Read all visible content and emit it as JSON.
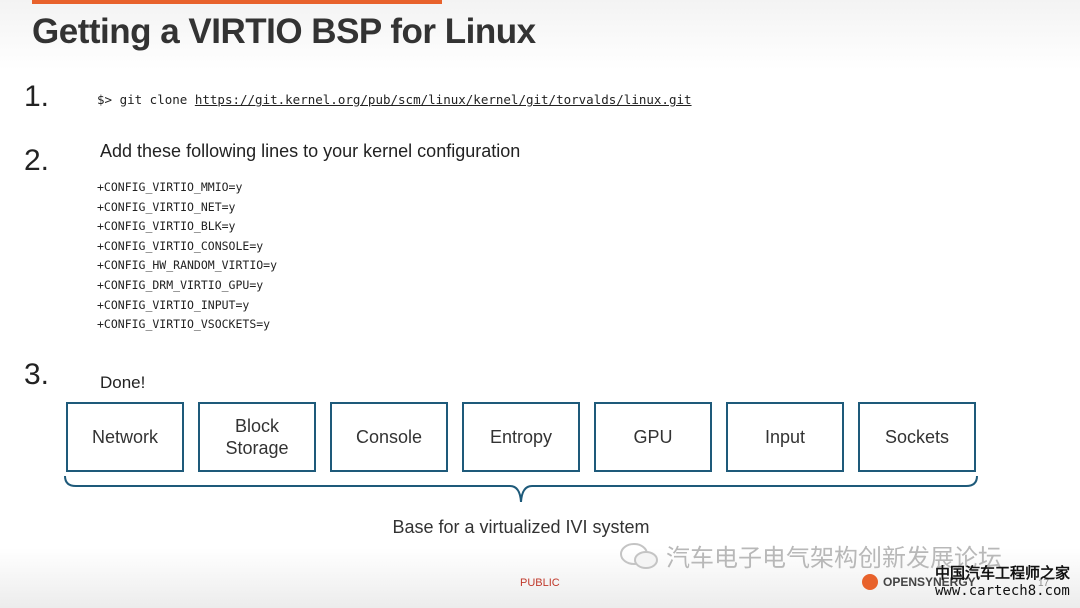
{
  "title": "Getting a VIRTIO BSP for Linux",
  "steps": [
    {
      "number": "1.",
      "prompt": "$> git clone ",
      "url": "https://git.kernel.org/pub/scm/linux/kernel/git/torvalds/linux.git"
    },
    {
      "number": "2.",
      "text": "Add these following lines to your kernel configuration",
      "config_lines": [
        "+CONFIG_VIRTIO_MMIO=y",
        "+CONFIG_VIRTIO_NET=y",
        "+CONFIG_VIRTIO_BLK=y",
        "+CONFIG_VIRTIO_CONSOLE=y",
        "+CONFIG_HW_RANDOM_VIRTIO=y",
        "+CONFIG_DRM_VIRTIO_GPU=y",
        "+CONFIG_VIRTIO_INPUT=y",
        "+CONFIG_VIRTIO_VSOCKETS=y"
      ]
    },
    {
      "number": "3.",
      "text": "Done!"
    }
  ],
  "devices": [
    "Network",
    "Block Storage",
    "Console",
    "Entropy",
    "GPU",
    "Input",
    "Sockets"
  ],
  "caption": "Base for a virtualized IVI system",
  "footer": {
    "classification": "PUBLIC",
    "logo_text": "OPENSYNERGY",
    "page_number": "17",
    "watermark": "汽车电子电气架构创新发展论坛",
    "site_name": "中国汽车工程师之家",
    "site_url": "www.cartech8.com"
  },
  "colors": {
    "accent": "#e8622c",
    "box_border": "#1e5a7a",
    "public_label": "#c0392b"
  }
}
